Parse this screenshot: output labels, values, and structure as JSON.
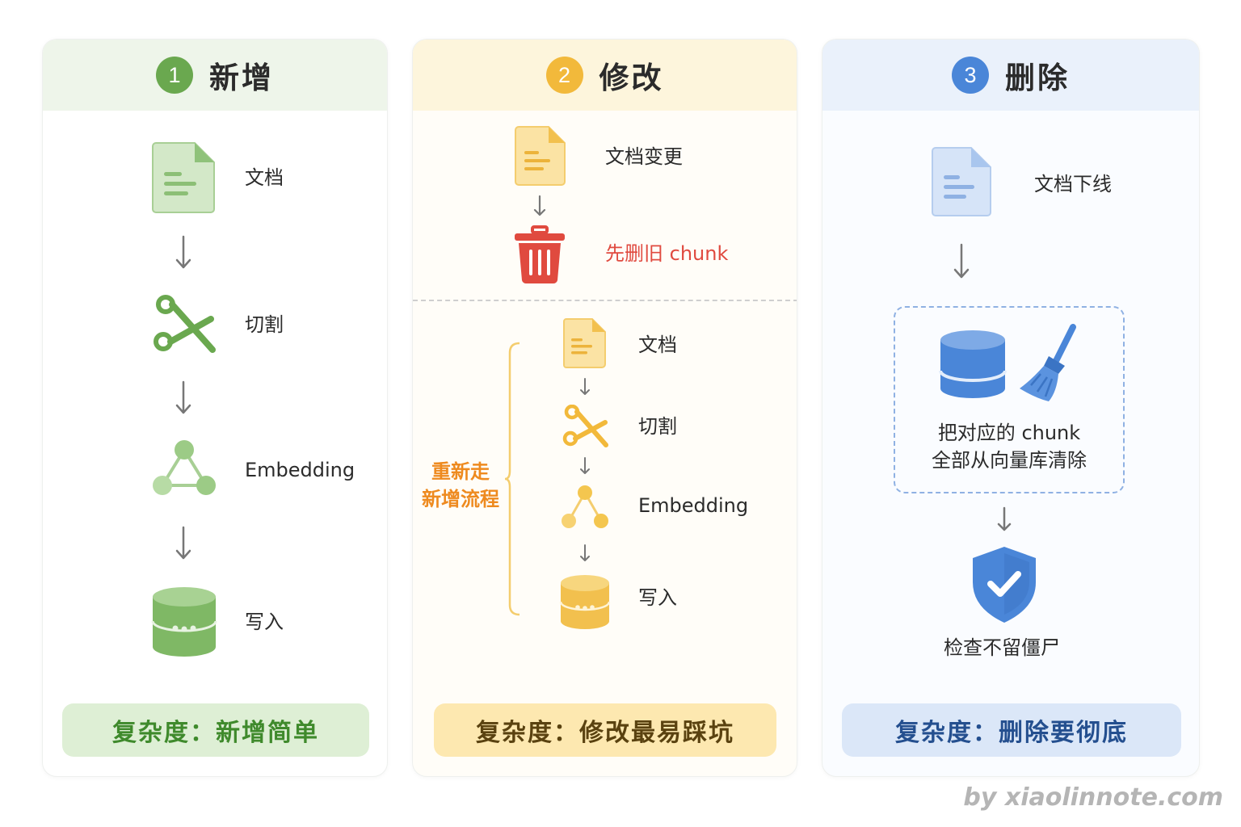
{
  "columns": [
    {
      "number": "1",
      "title": "新增",
      "steps": [
        "文档",
        "切割",
        "Embedding",
        "写入"
      ],
      "footer": "复杂度：新增简单"
    },
    {
      "number": "2",
      "title": "修改",
      "top_steps": [
        "文档变更",
        "先删旧 chunk"
      ],
      "rerun_label": [
        "重新走",
        "新增流程"
      ],
      "rerun_steps": [
        "文档",
        "切割",
        "Embedding",
        "写入"
      ],
      "footer": "复杂度：修改最易踩坑"
    },
    {
      "number": "3",
      "title": "删除",
      "steps": [
        "文档下线"
      ],
      "box_text": [
        "把对应的 chunk",
        "全部从向量库清除"
      ],
      "final": "检查不留僵尸",
      "footer": "复杂度：删除要彻底"
    }
  ],
  "credit": "by xiaolinnote.com",
  "colors": {
    "green": "#6aa84f",
    "yellow": "#f2b93b",
    "blue": "#4a86d8",
    "red": "#e04a3f",
    "orange": "#ee8a1f"
  },
  "icons": [
    "document-icon",
    "scissors-icon",
    "embedding-graph-icon",
    "database-icon",
    "trash-icon",
    "broom-icon",
    "shield-check-icon"
  ]
}
